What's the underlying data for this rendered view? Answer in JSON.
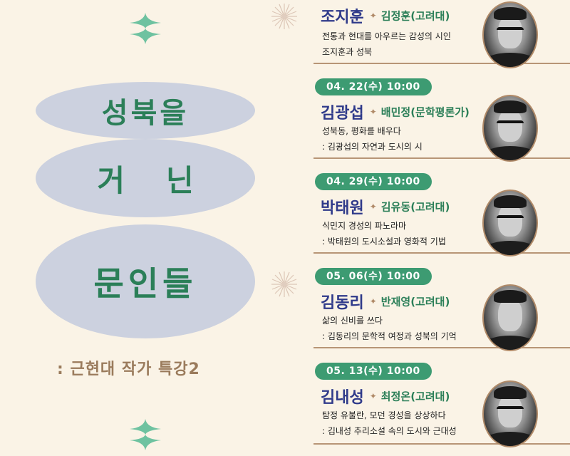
{
  "title": {
    "line1": "성북을",
    "line2": "거닌",
    "line3": "문인들",
    "subtitle": ": 근현대 작가 특강2"
  },
  "colors": {
    "background": "#faf3e6",
    "oval": "#ccd1df",
    "title_green": "#2b7f58",
    "pill_green": "#3d9b72",
    "author_navy": "#2f3a8a",
    "subtitle_brown": "#9a7b5c",
    "divider_brown": "#b79576",
    "sparkle_mint": "#6ec2a0"
  },
  "sessions": [
    {
      "date": "",
      "author": "조지훈",
      "lecturer": "김정훈(고려대)",
      "desc_line1": "전통과 현대를 아우르는 감성의 시인",
      "desc_line2": "조지훈과 성북"
    },
    {
      "date": "04. 22(수) 10:00",
      "author": "김광섭",
      "lecturer": "배민정(문학평론가)",
      "desc_line1": "성북동, 평화를 배우다",
      "desc_line2": ": 김광섭의 자연과 도시의 시"
    },
    {
      "date": "04. 29(수) 10:00",
      "author": "박태원",
      "lecturer": "김유동(고려대)",
      "desc_line1": "식민지 경성의 파노라마",
      "desc_line2": ": 박태원의 도시소설과 영화적 기법"
    },
    {
      "date": "05. 06(수) 10:00",
      "author": "김동리",
      "lecturer": "반재영(고려대)",
      "desc_line1": "삶의 신비를 쓰다",
      "desc_line2": ": 김동리의 문학적 여정과 성북의 기억"
    },
    {
      "date": "05. 13(수) 10:00",
      "author": "김내성",
      "lecturer": "최정온(고려대)",
      "desc_line1": "탐정 유불란, 모던 경성을 상상하다",
      "desc_line2": ": 김내성 추리소설 속의 도시와 근대성"
    }
  ],
  "separator_icon": "four-point-star-icon"
}
